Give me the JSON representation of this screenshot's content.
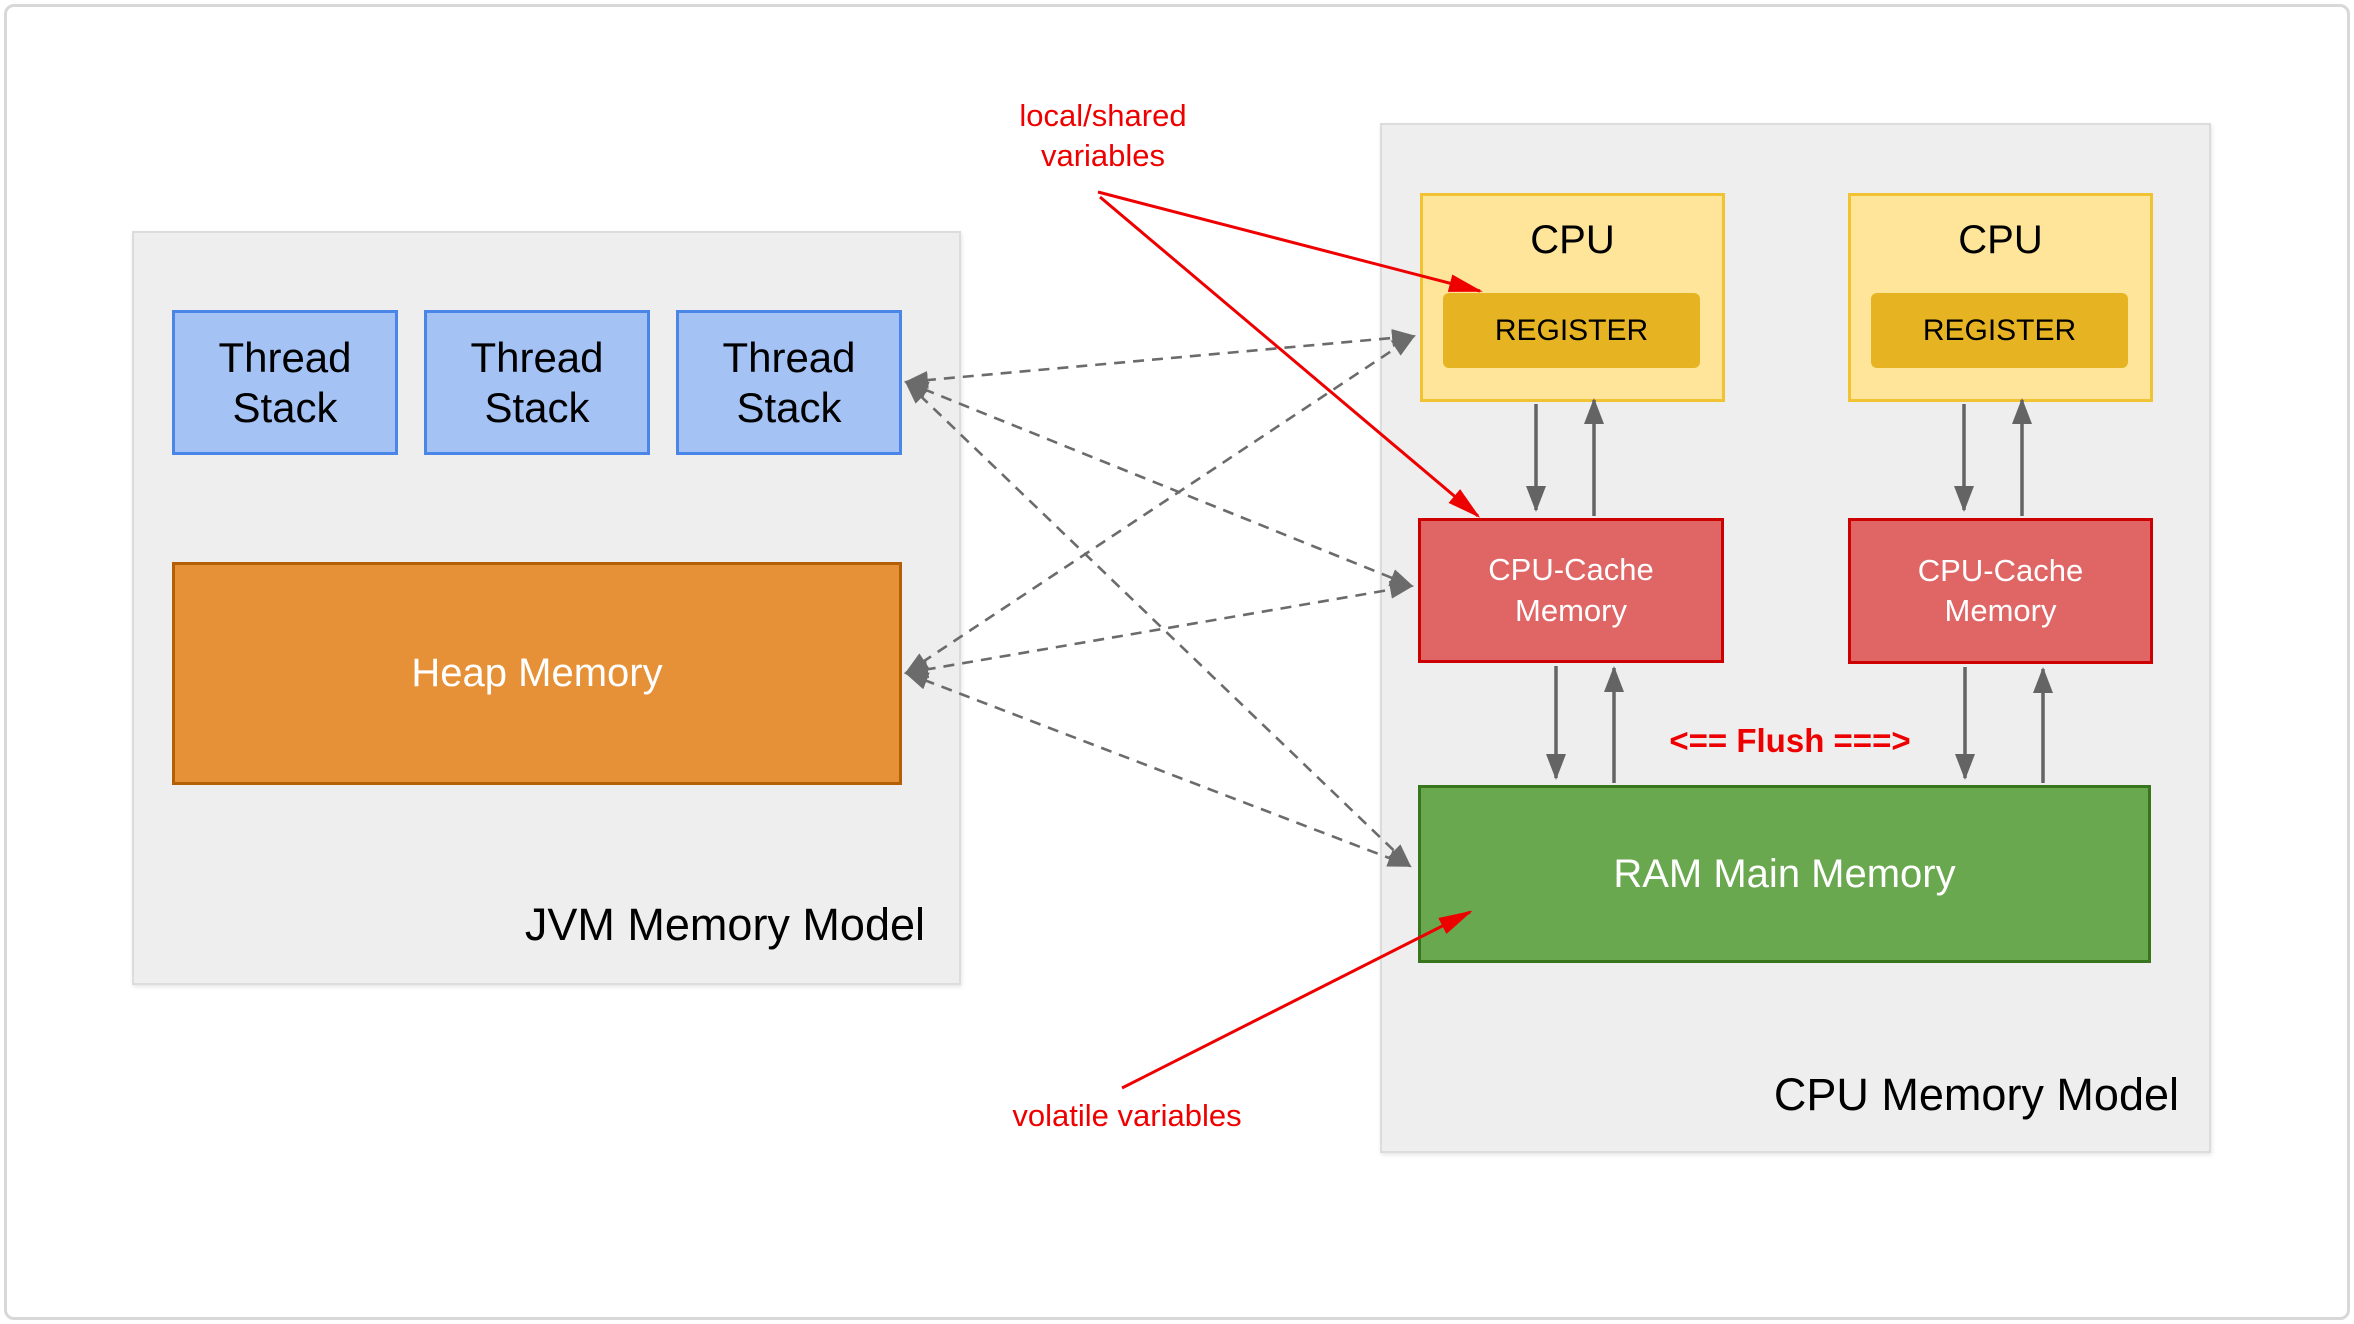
{
  "jvm": {
    "title": "JVM Memory Model",
    "thread_stacks": [
      "Thread Stack",
      "Thread Stack",
      "Thread Stack"
    ],
    "heap_label": "Heap Memory"
  },
  "cpu_model": {
    "title": "CPU Memory Model",
    "cpus": [
      {
        "label": "CPU",
        "register_label": "REGISTER",
        "cache_label": "CPU-Cache Memory"
      },
      {
        "label": "CPU",
        "register_label": "REGISTER",
        "cache_label": "CPU-Cache Memory"
      }
    ],
    "ram_label": "RAM Main Memory",
    "flush_label": "<== Flush ===>"
  },
  "annotations": {
    "local_shared": "local/shared variables",
    "volatile": "volatile variables"
  },
  "colors": {
    "thread_fill": "#a4c2f4",
    "thread_border": "#4a86e8",
    "heap_fill": "#e69138",
    "heap_border": "#b45f06",
    "cpu_fill": "#ffe599",
    "cpu_border": "#f1c232",
    "register_fill": "#e6b422",
    "cache_fill": "#e06666",
    "cache_border": "#cc0000",
    "ram_fill": "#6aa84f",
    "ram_border": "#38761d",
    "container_fill": "#eeeeee",
    "annotation_red": "#ef0000",
    "arrow_gray": "#646464"
  }
}
